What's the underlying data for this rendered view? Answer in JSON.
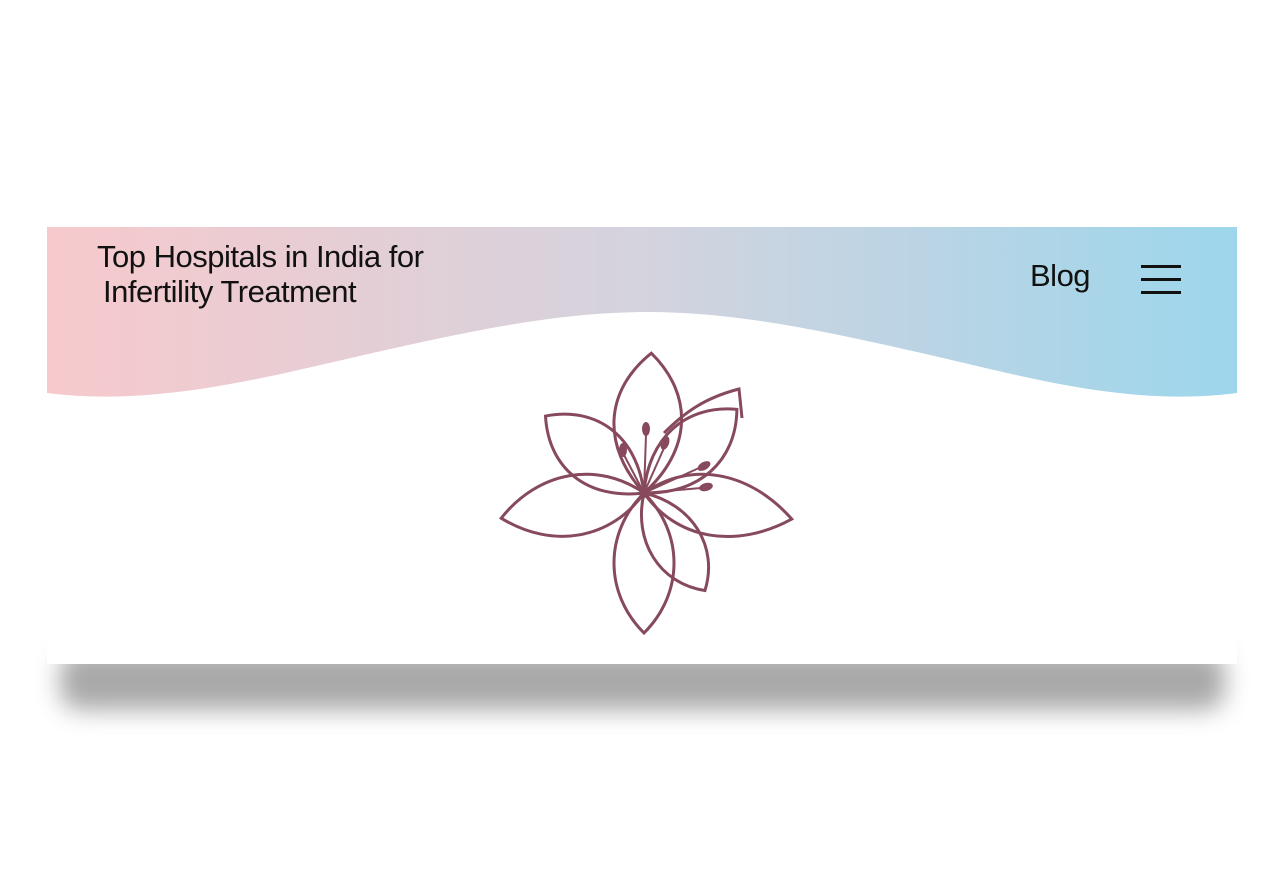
{
  "header": {
    "title_line1": "Top Hospitals in India for",
    "title_line2": "Infertility Treatment",
    "blog_link": "Blog",
    "menu_icon": "hamburger-menu-icon"
  },
  "colors": {
    "gradient_left": "#f7c9cc",
    "gradient_right": "#9dd6ec",
    "flower": "#874a5c",
    "text": "#111111"
  },
  "hero": {
    "logo_icon": "lotus-flower-icon"
  }
}
